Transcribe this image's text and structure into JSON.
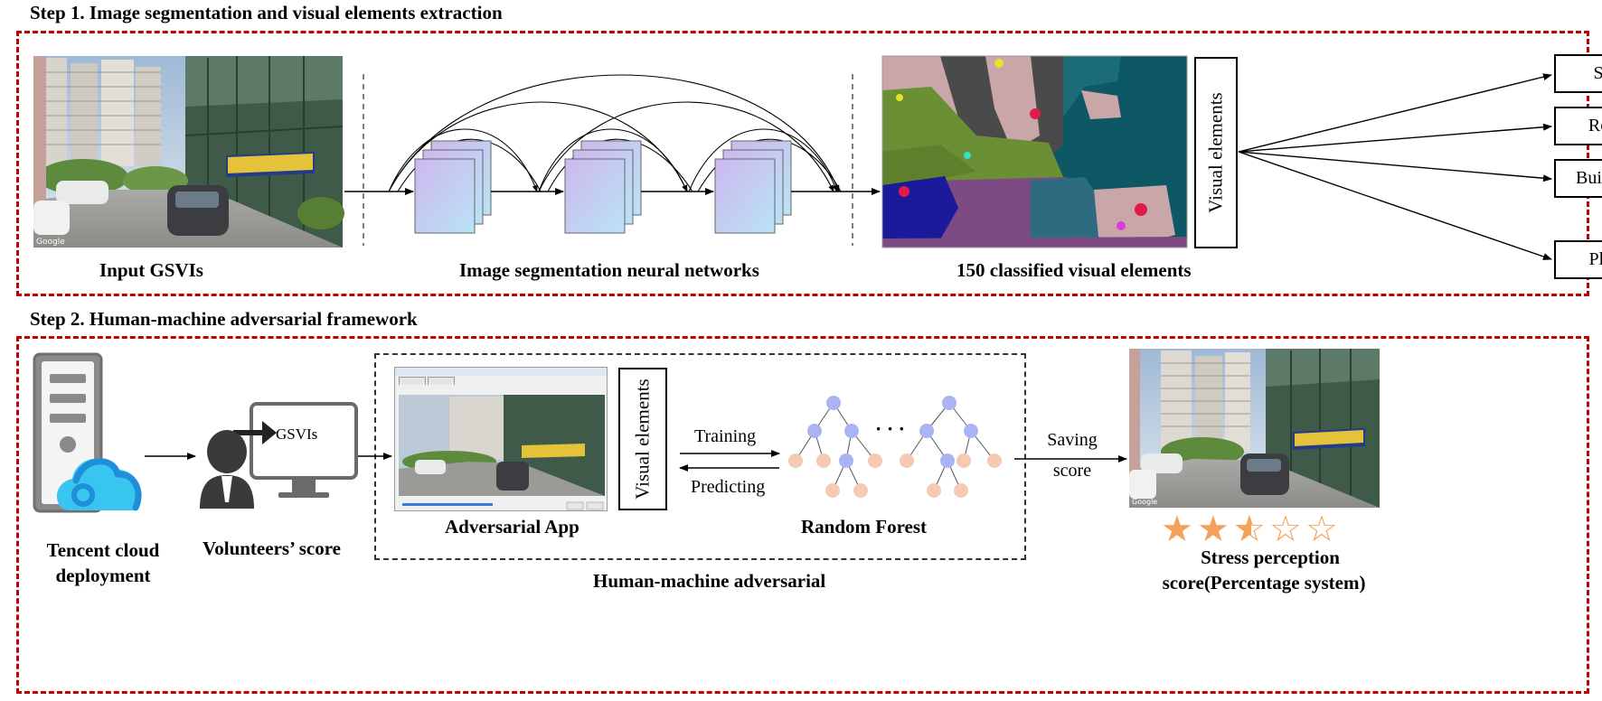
{
  "step1": {
    "title": "Step 1. Image segmentation and visual elements extraction",
    "caption_input": "Input GSVIs",
    "caption_network": "Image segmentation neural networks",
    "caption_classified": "150 classified visual elements",
    "visual_elements_label": "Visual elements",
    "elements": [
      "Sky",
      "Road",
      "Building",
      "Plant"
    ],
    "ellipsis": "⋮"
  },
  "step2": {
    "title": "Step 2. Human-machine adversarial framework",
    "caption_tencent_line1": "Tencent cloud",
    "caption_tencent_line2": "deployment",
    "caption_volunteers": "Volunteers’ score",
    "monitor_text": "GSVIs",
    "caption_app": "Adversarial App",
    "visual_elements_label": "Visual elements",
    "training_label": "Training",
    "predicting_label": "Predicting",
    "forest_ellipsis": "· · ·",
    "caption_forest": "Random Forest",
    "saving_label_line1": "Saving",
    "saving_label_line2": "score",
    "caption_adversarial": "Human-machine adversarial",
    "caption_stress_line1": "Stress perception",
    "caption_stress_line2": "score(Percentage system)",
    "stars": {
      "rating": 2.5,
      "max": 5
    }
  },
  "colors": {
    "panel_border": "#c00000",
    "layer_fill_top": "#cdb8ee",
    "layer_fill_bottom": "#b9e3f5",
    "tree_root_node": "#aab4f2",
    "tree_leaf_node": "#f6c9b3",
    "star": "#f4a15a",
    "server_gray": "#7f7f7f",
    "cloud_blue": "#1e8fd8",
    "cloud_cyan": "#38c6f0"
  }
}
